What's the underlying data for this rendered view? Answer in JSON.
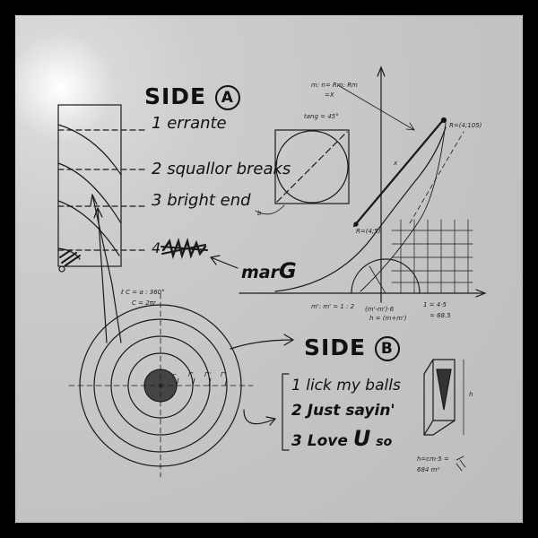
{
  "side_a": {
    "title": "SIDE",
    "badge": "A",
    "tracks": [
      {
        "num": "1",
        "name": "errante"
      },
      {
        "num": "2",
        "name": "squallor breaks"
      },
      {
        "num": "3",
        "name": "bright end"
      },
      {
        "num": "4",
        "name": ""
      }
    ],
    "arrow_label_prefix": "mar",
    "arrow_label_suffix": "G"
  },
  "side_b": {
    "title": "SIDE",
    "badge": "B",
    "tracks": [
      {
        "num": "1",
        "name": "lick my balls"
      },
      {
        "num": "2",
        "name": "Just sayin'"
      },
      {
        "num": "3",
        "name": "Love",
        "emphasis": "U",
        "tail": "so"
      }
    ]
  },
  "notes": {
    "circle_formula_1": "ℓ C = α : 360°",
    "circle_formula_2": "C = 2πr",
    "radius_labels": [
      "Γ",
      "Γ'",
      "Γ''",
      "Γ'"
    ],
    "h_label": "h",
    "bottom_note_1": "h=cm·5 =",
    "bottom_note_2": "684 m²",
    "graph_note_top": "m: n= Rm: Rm",
    "graph_note_top_2": "=X",
    "graph_point_r": "R=(4;5)",
    "graph_point_top": "R=(4;105)",
    "graph_mid_label": "x",
    "graph_bottom_1": "m': m' = 1 : 2",
    "graph_bottom_2": "(m'-m')·6",
    "graph_bottom_3": "h = (m+m')",
    "graph_bottom_4": "1 = 4·5",
    "graph_bottom_5": "= 68.5",
    "square_label": "tang = 45°",
    "square_corner_b": "b"
  }
}
